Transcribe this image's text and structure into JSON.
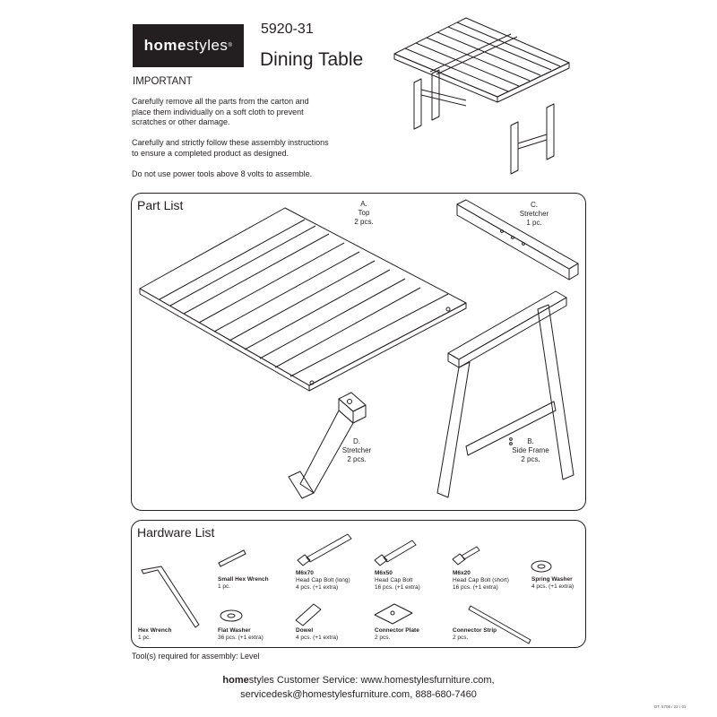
{
  "brand": {
    "bold": "home",
    "regular": "styles",
    "mark": "®"
  },
  "product": {
    "model": "5920-31",
    "title": "Dining Table"
  },
  "important": {
    "heading": "IMPORTANT",
    "p1_l1": "Carefully remove all the parts from the carton and",
    "p1_l2": "place them individually on a soft cloth to prevent",
    "p1_l3": "scratches or other damage.",
    "p2_l1": "Carefully and strictly follow these assembly instructions",
    "p2_l2": "to ensure a completed product as designed.",
    "p3": "Do not use power tools above 8 volts to assemble."
  },
  "part_list": {
    "title": "Part List",
    "parts": [
      {
        "letter": "A.",
        "name": "Top",
        "qty": "2 pcs."
      },
      {
        "letter": "B.",
        "name": "Side Frame",
        "qty": "2 pcs."
      },
      {
        "letter": "C.",
        "name": "Stretcher",
        "qty": "1 pc."
      },
      {
        "letter": "D.",
        "name": "Stretcher",
        "qty": "2 pcs."
      }
    ]
  },
  "hardware_list": {
    "title": "Hardware List",
    "items": [
      {
        "code": "",
        "name": "Hex Wrench",
        "qty": "1 pc."
      },
      {
        "code": "",
        "name": "Small Hex Wrench",
        "qty": "1 pc."
      },
      {
        "code": "",
        "name": "Flat Washer",
        "qty": "36 pcs. (+1 extra)"
      },
      {
        "code": "M6x70",
        "name": "Head Cap Bolt (long)",
        "qty": "4 pcs. (+1 extra)"
      },
      {
        "code": "",
        "name": "Dowel",
        "qty": "4 pcs. (+1 extra)"
      },
      {
        "code": "M6x50",
        "name": "Head Cap Bolt",
        "qty": "16 pcs. (+1 extra)"
      },
      {
        "code": "",
        "name": "Connector Plate",
        "qty": "2 pcs."
      },
      {
        "code": "M6x20",
        "name": "Head Cap Bolt (short)",
        "qty": "16 pcs. (+1 extra)"
      },
      {
        "code": "",
        "name": "Connector Strip",
        "qty": "2 pcs."
      },
      {
        "code": "",
        "name": "Spring Washer",
        "qty": "4 pcs. (+1 extra)"
      }
    ]
  },
  "tools_note": "Tool(s) required for assembly: Level",
  "footer": {
    "brand_bold": "home",
    "brand_rest": "styles",
    "line1_rest": " Customer Service: www.homestylesfurniture.com,",
    "line2": "servicedesk@homestylesfurniture.com, 888-680-7460"
  },
  "doc_number": "DT. 5706 / 22 / 01"
}
